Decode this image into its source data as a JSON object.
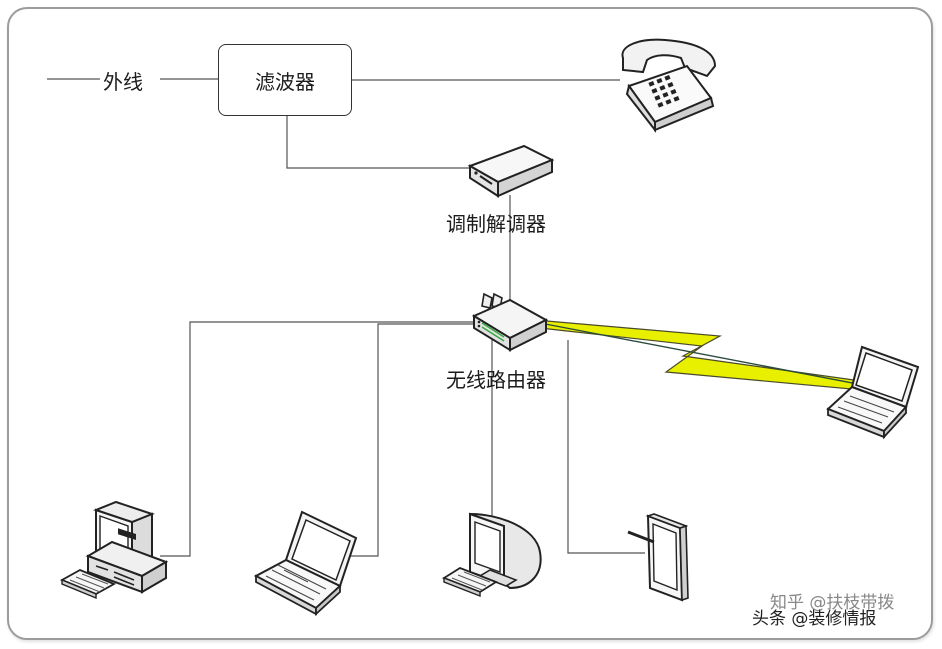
{
  "diagram": {
    "outside_line_label": "外线",
    "filter_label": "滤波器",
    "modem_label": "调制解调器",
    "router_label": "无线路由器",
    "watermark_line1": "知乎 @扶枝带拨",
    "watermark_line2": "头条 @装修情报"
  },
  "icons": {
    "telephone": "telephone-icon",
    "modem": "modem-icon",
    "router": "wireless-router-icon",
    "wireless_link": "lightning-bolt-icon",
    "wireless_laptop": "laptop-icon",
    "desktop": "desktop-computer-icon",
    "laptop": "laptop-icon",
    "imac": "all-in-one-computer-icon",
    "tablet": "tablet-icon"
  },
  "colors": {
    "wireless_link": "#e8f000",
    "line": "#555555"
  }
}
